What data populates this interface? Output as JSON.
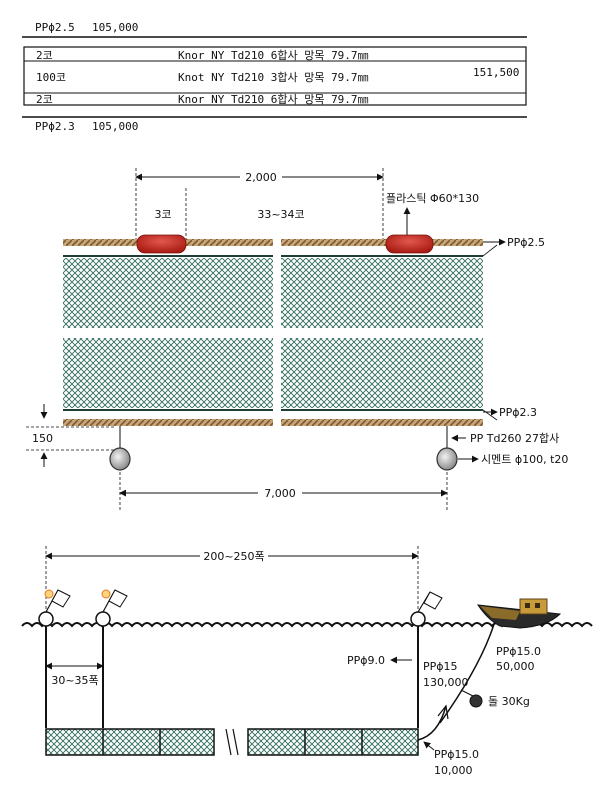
{
  "spec": {
    "top_rope": {
      "material": "PPϕ2.5",
      "length": "105,000"
    },
    "net_rows": [
      {
        "count": "2코",
        "desc": "Knor NY Td210 6합사 망목 79.7㎜"
      },
      {
        "count": "100코",
        "desc": "Knot NY Td210 3합사 망목 79.7㎜"
      },
      {
        "count": "2코",
        "desc": "Knor NY Td210 6합사 망목 79.7㎜"
      }
    ],
    "net_total": "151,500",
    "bottom_rope": {
      "material": "PPϕ2.3",
      "length": "105,000"
    }
  },
  "net_detail": {
    "float_spacing": "2,000",
    "float_mesh_count": "3코",
    "section_mesh_count": "33~34코",
    "float_label": "플라스틱 Φ60*130",
    "top_rope_label": "PPϕ2.5",
    "bottom_rope_label": "PPϕ2.3",
    "drop_height": "150",
    "sinker_line_label": "PP Td260 27합사",
    "sinker_label": "시멘트 ϕ100, t20",
    "sinker_spacing": "7,000"
  },
  "deployment": {
    "buoy_span": "200~250폭",
    "buoy_gap": "30~35폭",
    "line_9": "PPϕ9.0",
    "line_15_left": {
      "material": "PPϕ15",
      "length": "130,000"
    },
    "line_15_right": {
      "material": "PPϕ15.0",
      "length": "50,000"
    },
    "weight_label": "돌 30Kg",
    "line_15_bottom": {
      "material": "PPϕ15.0",
      "length": "10,000"
    }
  },
  "colors": {
    "float": "#c0231a",
    "net": "#2f6b5c",
    "rope": "#a8845a",
    "boat": "#8a6b2a"
  }
}
